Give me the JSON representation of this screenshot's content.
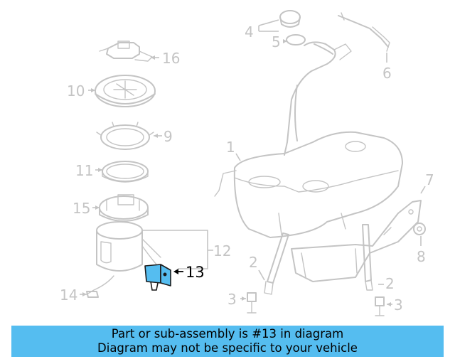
{
  "callouts": {
    "c1": "1",
    "c2a": "2",
    "c2b": "2",
    "c3a": "3",
    "c3b": "3",
    "c4": "4",
    "c5": "5",
    "c6": "6",
    "c7": "7",
    "c8": "8",
    "c9": "9",
    "c10": "10",
    "c11": "11",
    "c12": "12",
    "c13": "13",
    "c14": "14",
    "c15": "15",
    "c16": "16"
  },
  "highlight_color": "#55bdf0",
  "banner": {
    "line1": "Part or sub-assembly is #13 in diagram",
    "line2": "Diagram may not be specific to your vehicle"
  }
}
